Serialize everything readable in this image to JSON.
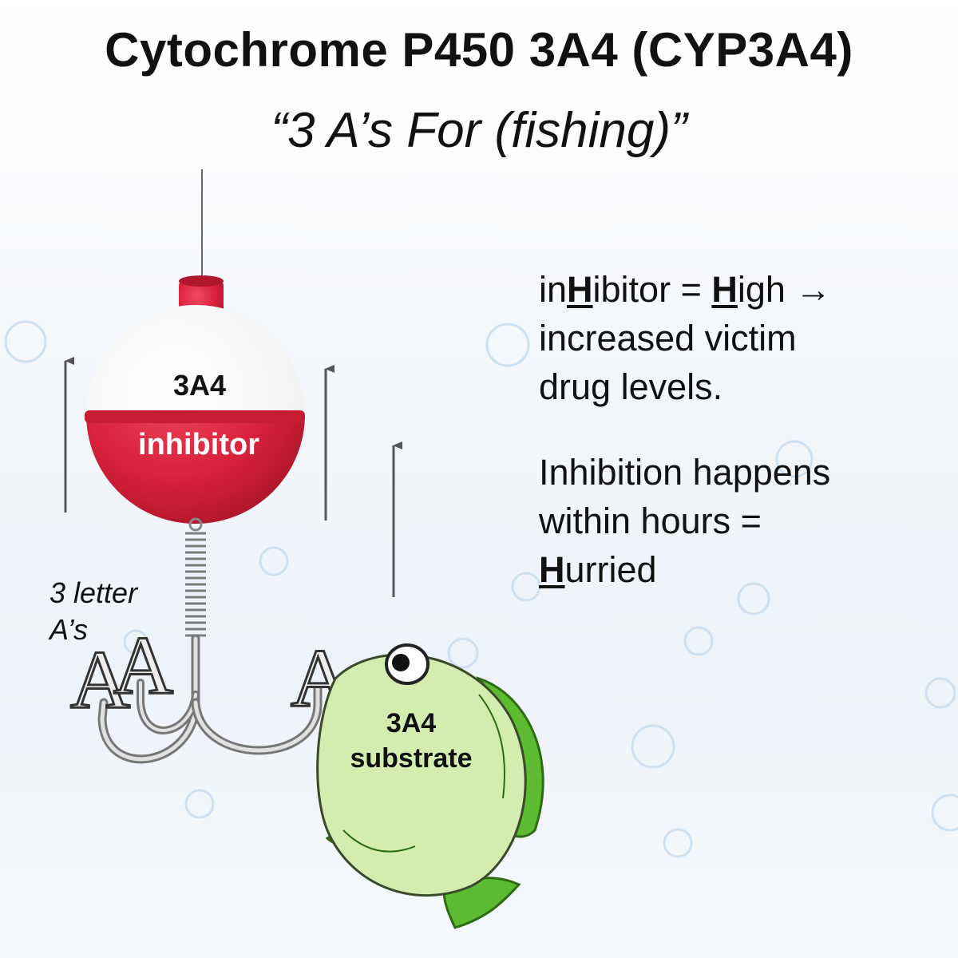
{
  "header": {
    "title": "Cytochrome P450 3A4 (CYP3A4)",
    "subtitle": "“3 A’s For (fishing)”"
  },
  "bobber": {
    "top_label": "3A4",
    "bottom_label": "inhibitor",
    "colors": {
      "red": "#d8203a",
      "white": "#ffffff"
    }
  },
  "hook_note": {
    "line1": "3 letter",
    "line2": "A’s"
  },
  "fish": {
    "label_line1": "3A4",
    "label_line2": "substrate",
    "colors": {
      "body": "#d3ecb0",
      "fin": "#5dbb32"
    }
  },
  "note1": {
    "p1": "in",
    "h1": "H",
    "p2": "ibitor = ",
    "h2": "H",
    "p3": "igh →",
    "line2": "increased victim",
    "line3": "drug  levels."
  },
  "note2": {
    "line1": "Inhibition happens",
    "line2": "within hours =",
    "h": "H",
    "rest": "urried"
  },
  "hook_letters": [
    "A",
    "A",
    "A"
  ]
}
